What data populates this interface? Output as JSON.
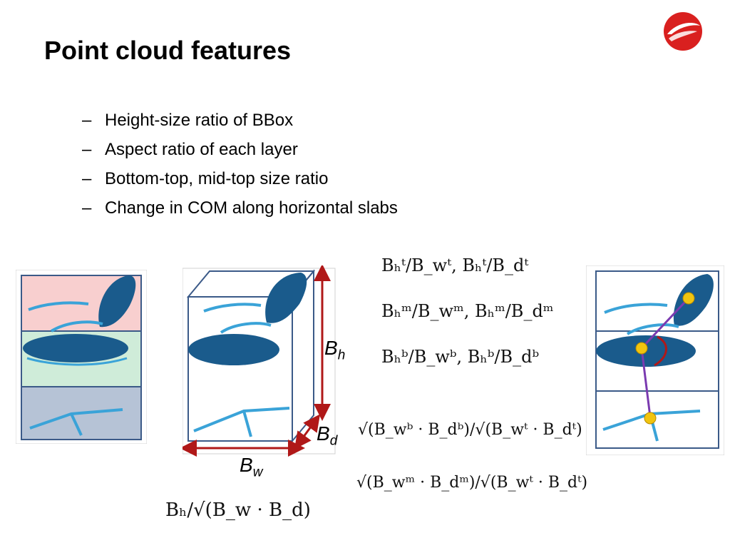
{
  "slide": {
    "title": "Point cloud features",
    "bullets": [
      "Height-size ratio of BBox",
      "Aspect ratio of each layer",
      "Bottom-top, mid-top size ratio",
      "Change in COM along horizontal slabs"
    ],
    "bullet_marker": "–"
  },
  "figures": {
    "dimension_labels": {
      "height": "B",
      "height_sub": "h",
      "depth": "B",
      "depth_sub": "d",
      "width": "B",
      "width_sub": "w"
    }
  },
  "formulas": {
    "top_ratio": "Bₕᵗ/B_wᵗ, Bₕᵗ/B_dᵗ",
    "mid_ratio": "Bₕᵐ/B_wᵐ, Bₕᵐ/B_dᵐ",
    "bottom_ratio": "Bₕᵇ/B_wᵇ, Bₕᵇ/B_dᵇ",
    "bottom_top": "√(B_wᵇ · B_dᵇ)/√(B_wᵗ · B_dᵗ)",
    "mid_top": "√(B_wᵐ · B_dᵐ)/√(B_wᵗ · B_dᵗ)",
    "height_size": "Bₕ/√(B_w · B_d)"
  },
  "colors": {
    "top_slab": "#f8cfcf",
    "mid_slab": "#cfecd9",
    "bottom_slab": "#b6c3d6",
    "cloud_dark": "#1a5b8c",
    "cloud_light": "#3aa3d8",
    "frame": "#3b5a88",
    "arrow_red": "#b01818",
    "com_arrow": "#7a3ab0",
    "com_ball": "#f1c40f",
    "logo_red": "#d9201f"
  },
  "icons": {
    "logo": "swoosh-logo-icon"
  }
}
